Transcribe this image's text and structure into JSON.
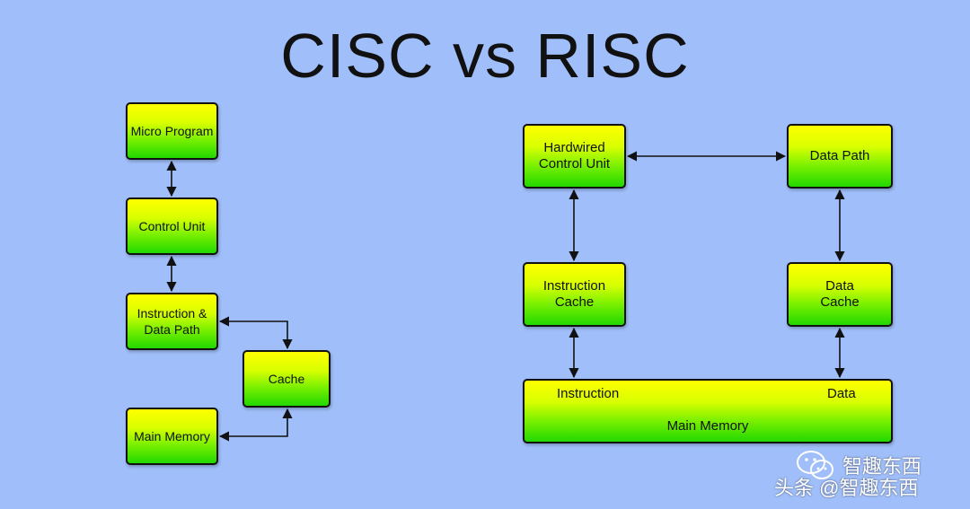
{
  "title": "CISC vs RISC",
  "cisc": {
    "micro_program": "Micro Program",
    "control_unit": "Control Unit",
    "instruction_data_path_1": "Instruction &",
    "instruction_data_path_2": "Data Path",
    "cache": "Cache",
    "main_memory": "Main Memory"
  },
  "risc": {
    "hardwired_1": "Hardwired",
    "hardwired_2": "Control Unit",
    "data_path": "Data Path",
    "instruction_cache_1": "Instruction",
    "instruction_cache_2": "Cache",
    "data_cache_1": "Data",
    "data_cache_2": "Cache",
    "main_memory": "Main Memory",
    "mm_instruction": "Instruction",
    "mm_data": "Data"
  },
  "watermark": {
    "top": "智趣东西",
    "bottom": "头条 @智趣东西",
    "logo_icon": "wechat-icon"
  }
}
